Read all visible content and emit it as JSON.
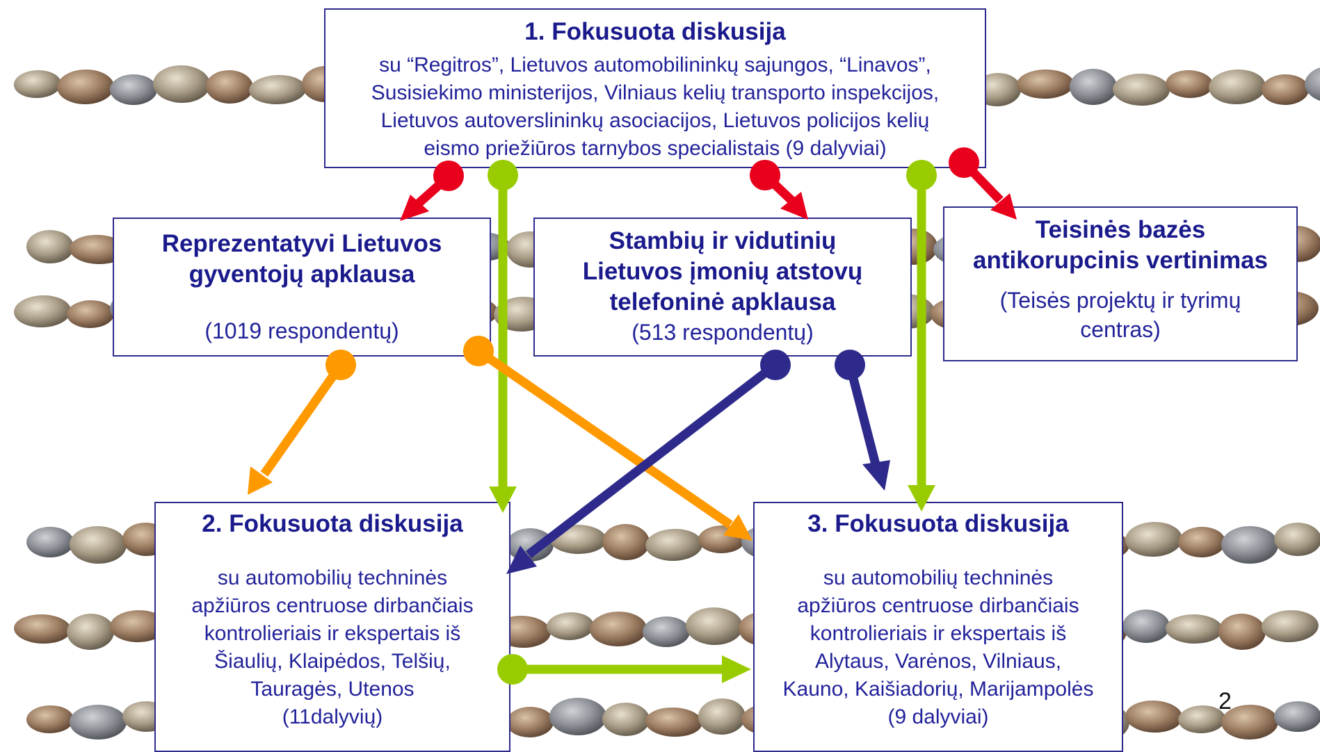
{
  "box1": {
    "title": "1. Fokusuota diskusija",
    "line1": "su “Regitros”, Lietuvos automobilininkų sajungos, “Linavos”,",
    "line2": "Susisiekimo ministerijos, Vilniaus kelių transporto inspekcijos,",
    "line3": "Lietuvos autoverslininkų asociacijos, Lietuvos policijos kelių",
    "line4": "eismo priežiūros tarnybos specialistais (9 dalyviai)"
  },
  "survey_population": {
    "title1": "Reprezentatyvi Lietuvos",
    "title2": "gyventojų apklausa",
    "count": "(1019 respondentų)"
  },
  "survey_companies": {
    "title1": "Stambių ir vidutinių",
    "title2": "Lietuvos įmonių atstovų",
    "title3": "telefoninė apklausa",
    "count": "(513 respondentų)"
  },
  "legal_assessment": {
    "title1": "Teisinės bazės",
    "title2": "antikorupcinis vertinimas",
    "body1": "(Teisės projektų ir tyrimų",
    "body2": "centras)"
  },
  "box2": {
    "title": "2. Fokusuota diskusija",
    "line1": "su automobilių techninės",
    "line2": "apžiūros centruose dirbančiais",
    "line3": "kontrolieriais ir ekspertais iš",
    "line4": "Šiaulių, Klaipėdos, Telšių,",
    "line5": "Tauragės, Utenos",
    "count": "(11dalyvių)"
  },
  "box3": {
    "title": "3. Fokusuota diskusija",
    "line1": "su automobilių techninės",
    "line2": "apžiūros centruose dirbančiais",
    "line3": "kontrolieriais ir ekspertais iš",
    "line4": "Alytaus, Varėnos, Vilniaus,",
    "line5": "Kauno, Kaišiadorių, Marijampolės",
    "count": "(9 dalyviai)"
  },
  "page_number": "2",
  "colors": {
    "red": "#e8001c",
    "green": "#99cc00",
    "orange": "#ff9900",
    "navy": "#2e2a8c"
  }
}
